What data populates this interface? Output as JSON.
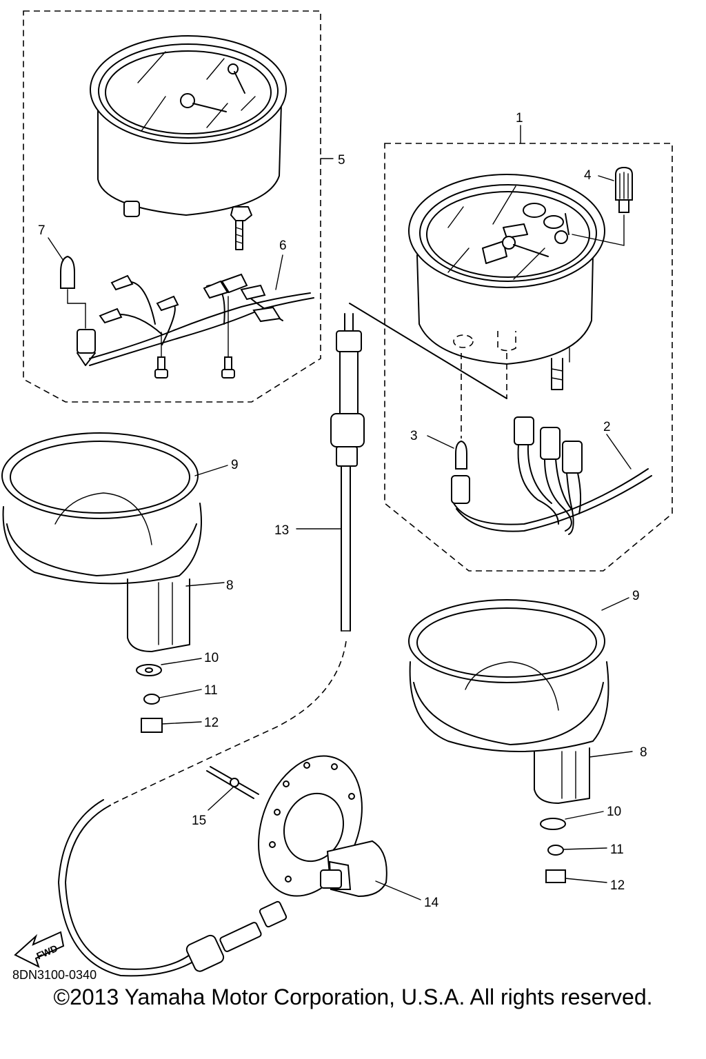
{
  "callouts": {
    "c1": "1",
    "c2": "2",
    "c3": "3",
    "c4": "4",
    "c5": "5",
    "c6": "6",
    "c7": "7",
    "c8a": "8",
    "c8b": "8",
    "c9a": "9",
    "c9b": "9",
    "c10a": "10",
    "c10b": "10",
    "c11a": "11",
    "c11b": "11",
    "c12a": "12",
    "c12b": "12",
    "c13": "13",
    "c14": "14",
    "c15": "15"
  },
  "fwd_label": "FWD",
  "diagram_code": "8DN3100-0340",
  "copyright": "©2013 Yamaha Motor Corporation, U.S.A. All rights reserved."
}
